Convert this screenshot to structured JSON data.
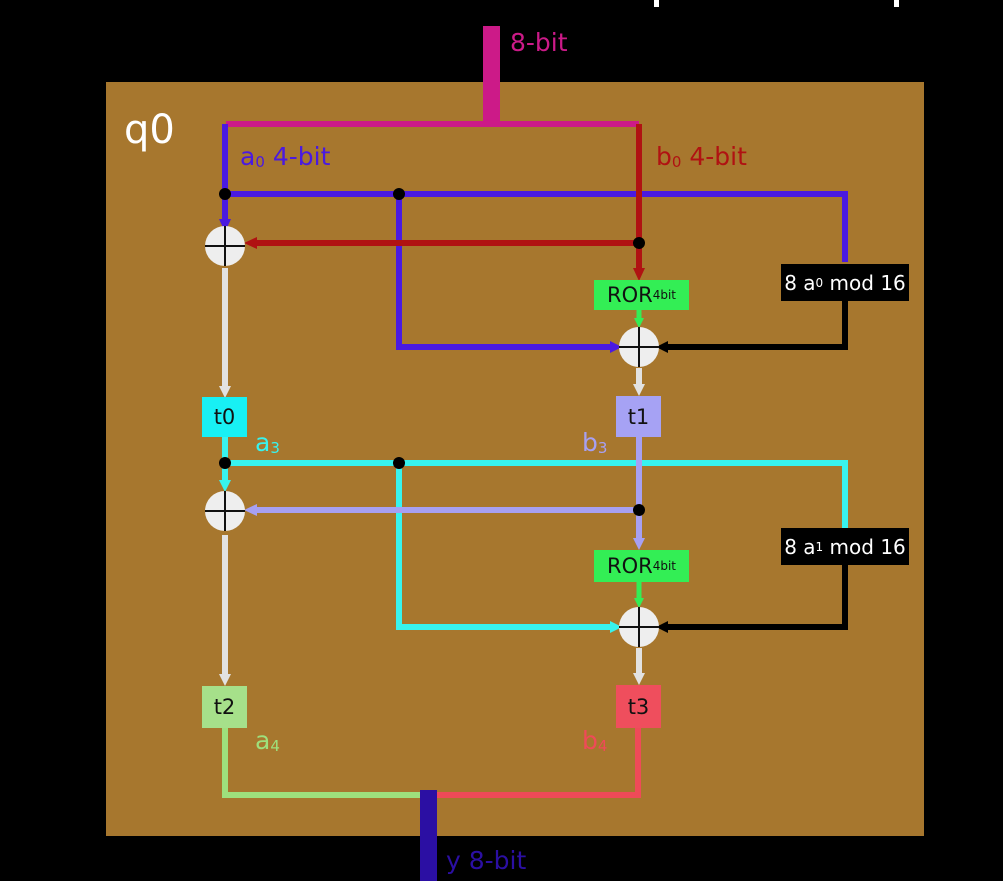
{
  "header_partial_glyphs": ",",
  "input_label": "8-bit",
  "output_label": "y 8-bit",
  "block_label": "q0",
  "a0": {
    "var": "a",
    "sub": "0",
    "suffix": "4-bit"
  },
  "b0": {
    "var": "b",
    "sub": "0",
    "suffix": "4-bit"
  },
  "ror_base": "ROR",
  "ror_sub": "4bit",
  "mod_a0": {
    "pre": "8 a",
    "sub": "0",
    "post": "mod 16"
  },
  "mod_a1": {
    "pre": "8 a",
    "sub": "1",
    "post": "mod 16"
  },
  "regs": {
    "t0": "t0",
    "t1": "t1",
    "t2": "t2",
    "t3": "t3"
  },
  "a3": {
    "var": "a",
    "sub": "3"
  },
  "b3": {
    "var": "b",
    "sub": "3"
  },
  "a4": {
    "var": "a",
    "sub": "4"
  },
  "b4": {
    "var": "b",
    "sub": "4"
  },
  "colors": {
    "background": "#000000",
    "panel": "#a7772e",
    "input_wire": "#cc1a88",
    "a_wire": "#4a1ae0",
    "b_wire": "#b01212",
    "white_wire": "#e2e2e2",
    "cyan_wire": "#38f3ee",
    "lavender_wire": "#a7a0f2",
    "green_wire": "#9ee07c",
    "red_wire": "#ef4a58",
    "output_wire": "#2b0fa3",
    "ror_box": "#33ee55",
    "t0_box": "#18f0f4",
    "t1_box": "#a6a2f4",
    "t2_box": "#a6e08a",
    "t3_box": "#ef4e5d"
  }
}
